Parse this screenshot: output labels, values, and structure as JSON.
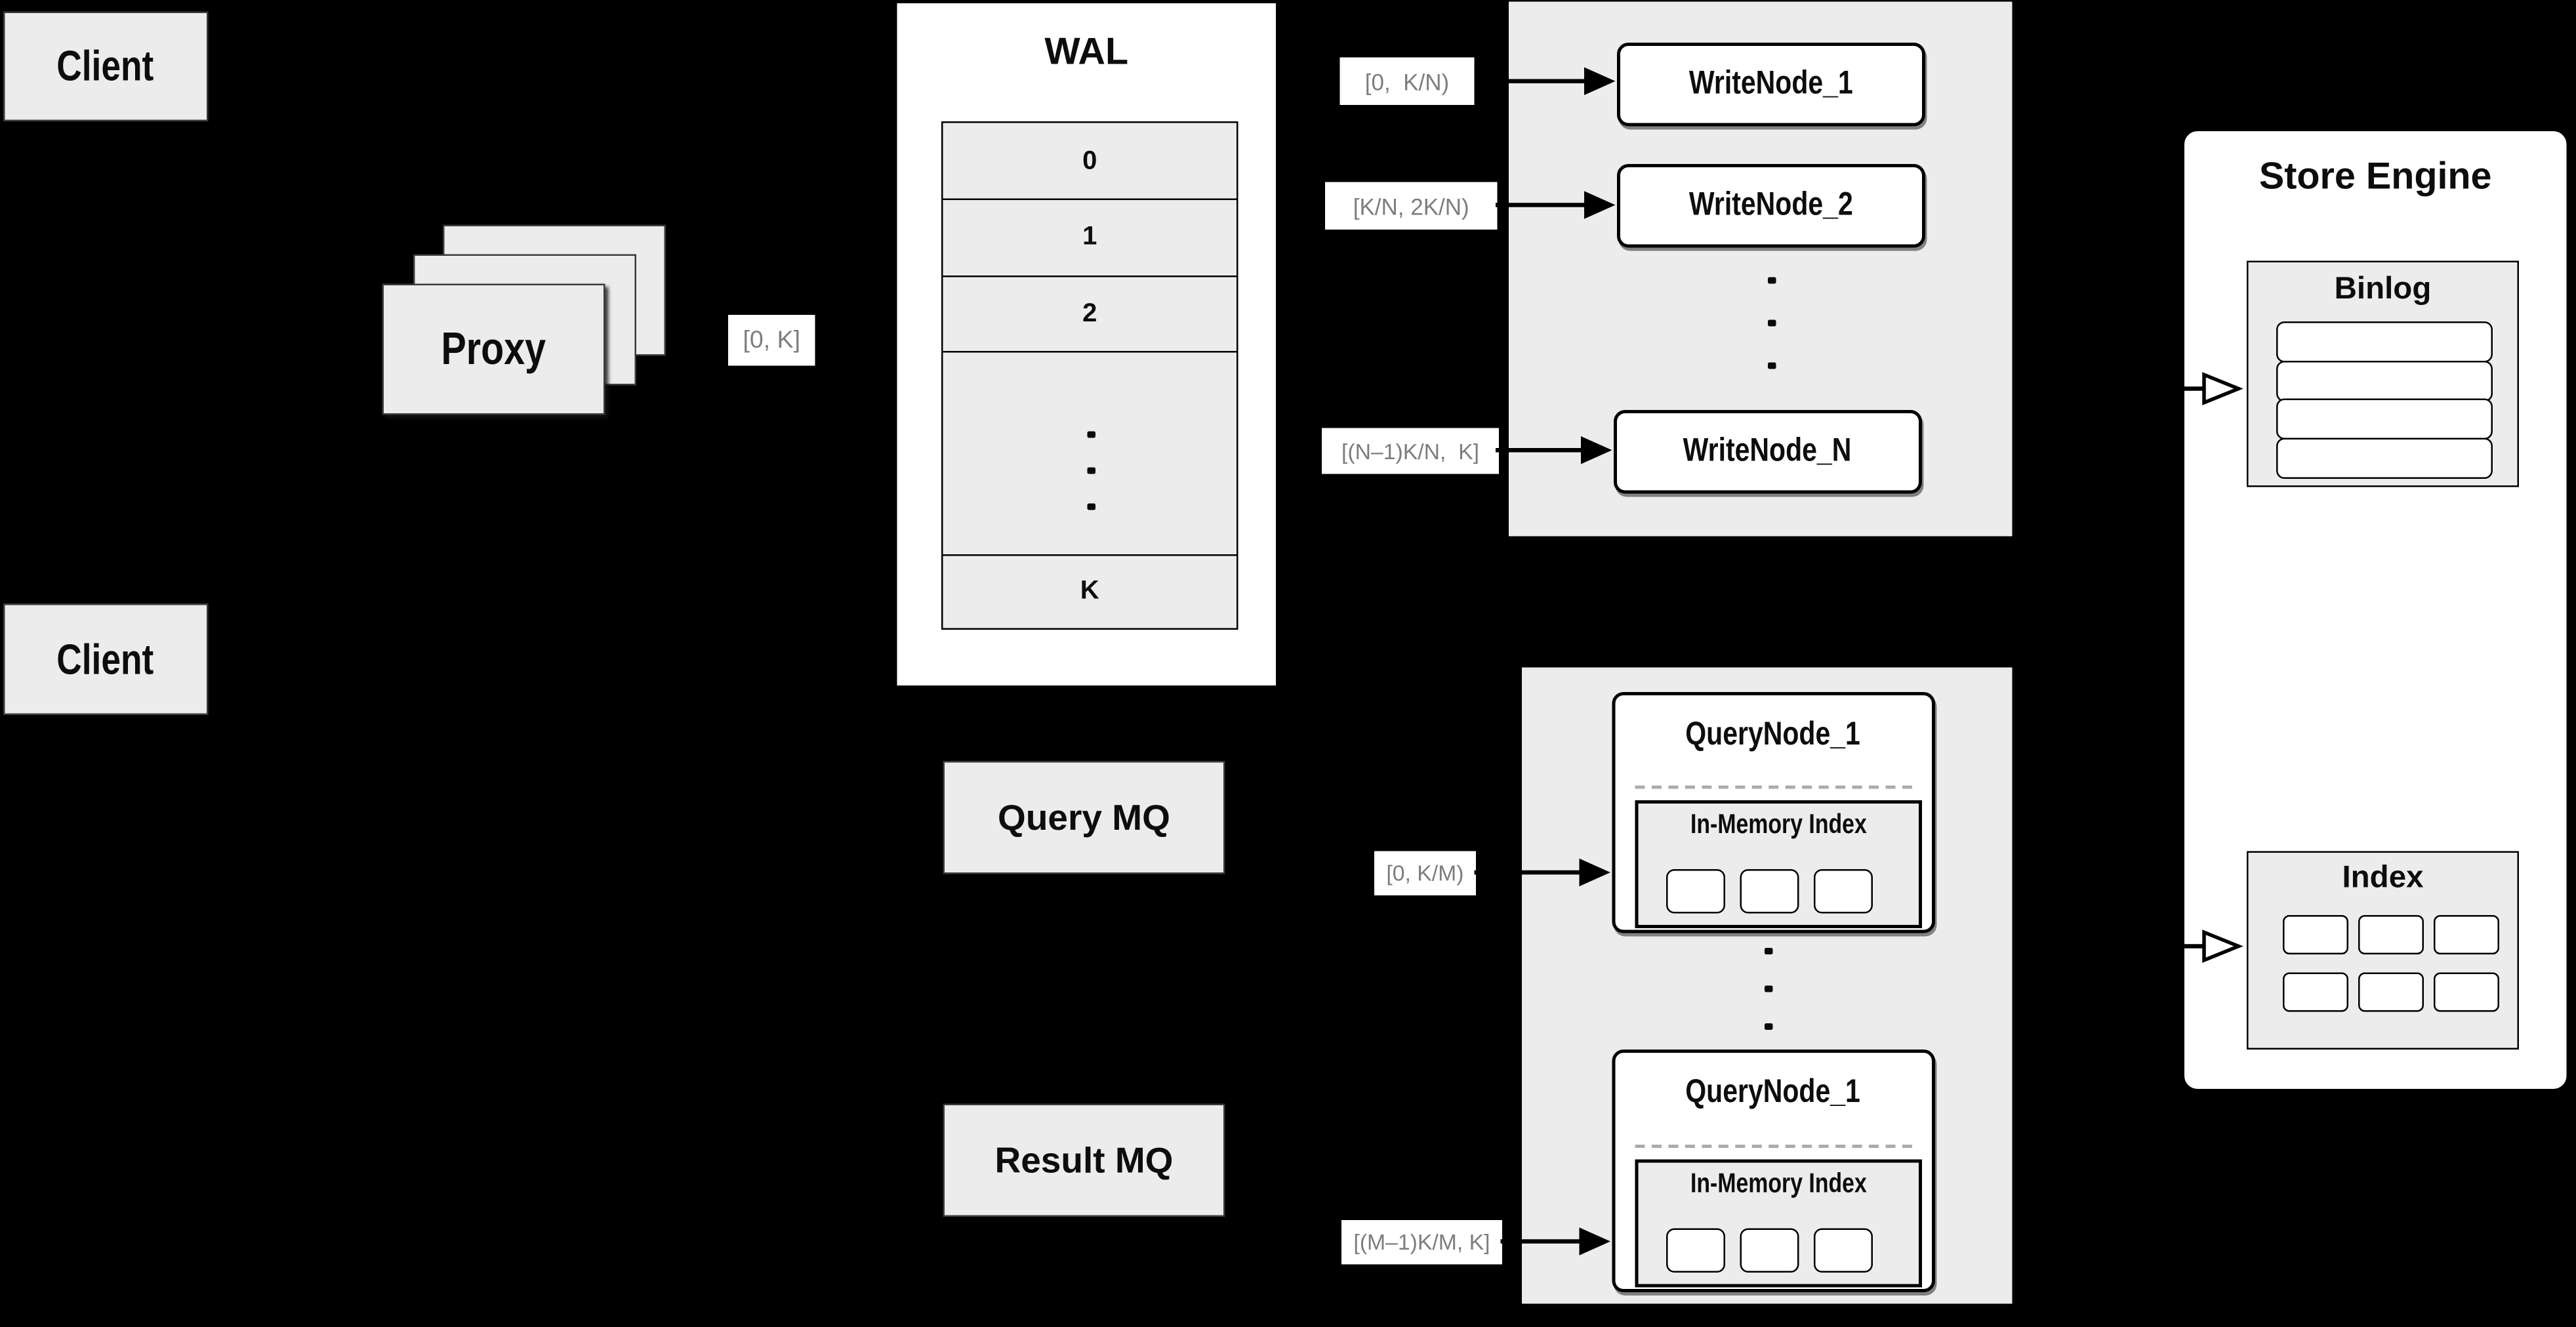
{
  "diagram": {
    "client_top": "Client",
    "client_bottom": "Client",
    "proxy": "Proxy",
    "wal": {
      "title": "WAL",
      "rows": [
        "0",
        "1",
        "2"
      ],
      "last_row": "K"
    },
    "write_group": {
      "node_1": "WriteNode_1",
      "node_2": "WriteNode_2",
      "node_n": "WriteNode_N"
    },
    "store_engine": {
      "title": "Store Engine",
      "binlog": "Binlog",
      "index": "Index"
    },
    "mq": {
      "query": "Query MQ",
      "result": "Result MQ"
    },
    "query_group": {
      "node_top": "QueryNode_1",
      "node_bottom": "QueryNode_1",
      "in_memory_top": "In-Memory Index",
      "in_memory_bottom": "In-Memory Index"
    },
    "edge_labels": {
      "proxy_range": "[0, K]",
      "write_1": "[0,  K/N)",
      "write_2": "[K/N, 2K/N)",
      "write_n": "[(N–1)K/N,  K]",
      "query_1": "[0, K/M)",
      "query_m": "[(M–1)K/M, K]"
    },
    "colors": {
      "background": "#000000",
      "box_gray": "#ececec",
      "box_white": "#ffffff",
      "stroke": "#000000",
      "edge_label_text": "#7d7d7d",
      "dashed_divider": "#ababab"
    }
  }
}
